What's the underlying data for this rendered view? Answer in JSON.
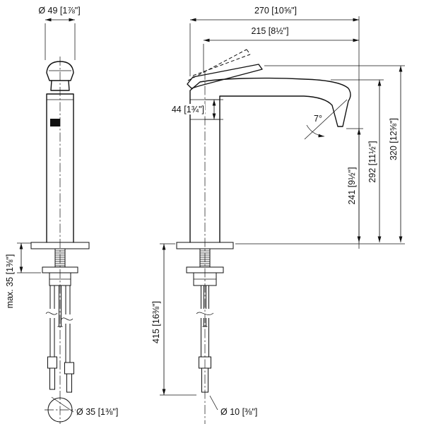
{
  "drawing": {
    "background": "#ffffff",
    "line_color": "#111111"
  },
  "dims": {
    "handle_width": "Ø 49 [1⅞\"]",
    "reach_total": "270 [10⅝\"]",
    "reach_spout": "215 [8½\"]",
    "spout_section": "44 [1¾\"]",
    "outlet_angle": "7°",
    "height_outlet": "241 [9½\"]",
    "height_spout": "292 [11½\"]",
    "height_total": "320 [12⅝\"]",
    "max_deck": "max. 35 [1⅜\"]",
    "under_length": "415 [16⅜\"]",
    "base_dia": "Ø 35 [1⅜\"]",
    "hose_dia": "Ø 10 [⅜\"]"
  }
}
